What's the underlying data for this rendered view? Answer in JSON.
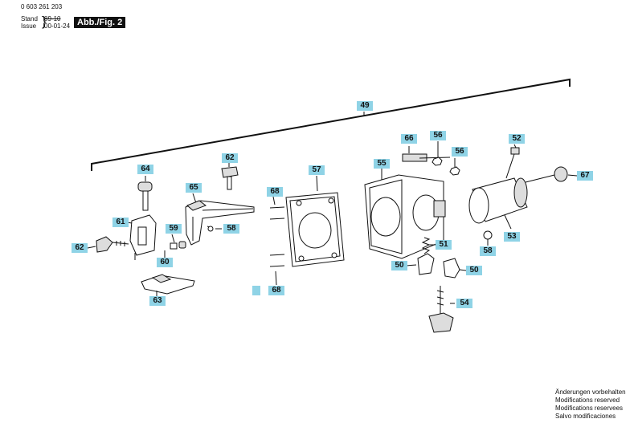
{
  "header": {
    "part_number": "0 603 261 203",
    "stand_label": "Stand",
    "issue_label": "Issue",
    "stand_value": "89-10",
    "issue_value": "00-01-24",
    "figure_label": "Abb./Fig. 2"
  },
  "callouts": [
    "49",
    "64",
    "62",
    "65",
    "61",
    "59",
    "58",
    "62",
    "60",
    "63",
    "68",
    "57",
    "68",
    "55",
    "66",
    "56",
    "56",
    "52",
    "67",
    "51",
    "53",
    "58",
    "50",
    "50",
    "54"
  ],
  "notes": [
    "Änderungen vorbehalten",
    "Modifications reserved",
    "Modifications reservees",
    "Salvo modificaciones"
  ],
  "colors": {
    "callout_fill": "#8fd3e6",
    "line": "#111111"
  }
}
